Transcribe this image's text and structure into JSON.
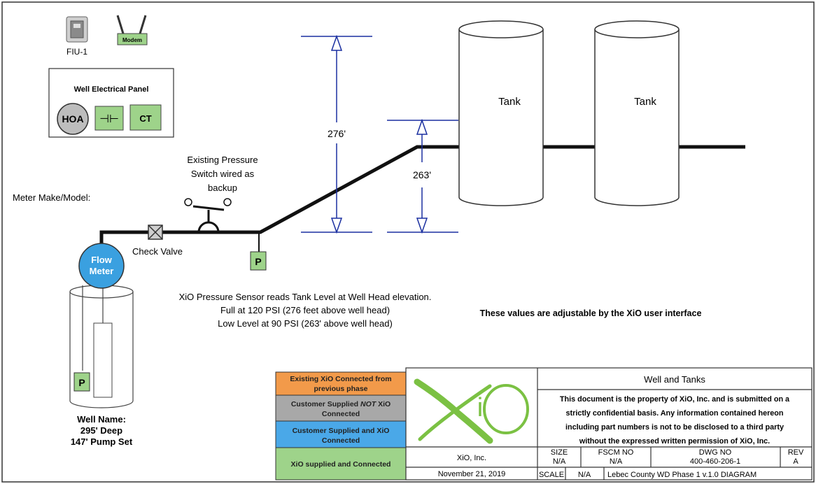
{
  "equipment": {
    "fiu_label": "FIU-1",
    "modem_label": "Modem",
    "panel_title": "Well Electrical Panel",
    "hoa_label": "HOA",
    "contact_label": "⊣⊢",
    "ct_label": "CT"
  },
  "meter": {
    "make_model_label": "Meter Make/Model:",
    "flow_meter_line1": "Flow",
    "flow_meter_line2": "Meter",
    "check_valve_label": "Check Valve",
    "pressure_switch_lines": [
      "Existing Pressure",
      "Switch wired as",
      "backup"
    ],
    "pressure_sensor_label": "P",
    "well_sensor_label": "P"
  },
  "well": {
    "name_label": "Well Name:",
    "depth": "295' Deep",
    "pump_set": "147' Pump Set"
  },
  "tanks": [
    {
      "label": "Tank"
    },
    {
      "label": "Tank"
    }
  ],
  "dimensions": {
    "full_height": "276'",
    "low_height": "263'"
  },
  "notes": {
    "sensor_lines": [
      "XiO Pressure Sensor reads Tank Level at Well Head elevation.",
      "Full at 120 PSI (276 feet above well head)",
      "Low Level at 90 PSI (263' above well head)"
    ],
    "adjustable": "These values are adjustable by the XiO user interface"
  },
  "legend": {
    "items": [
      {
        "label_lines": [
          "Existing XiO Connected from",
          "previous phase"
        ],
        "color": "#f29a4a"
      },
      {
        "label_lines_pre": "Customer Supplied ",
        "label_em": "NOT",
        "label_post": " XiO",
        "label_line2": "Connected",
        "color": "#a8a8a8"
      },
      {
        "label_lines": [
          "Customer Supplied and XiO",
          "Connected"
        ],
        "color": "#4aa8e8"
      },
      {
        "label_lines": [
          "XiO supplied and Connected"
        ],
        "color": "#9ed38a"
      }
    ]
  },
  "title_block": {
    "logo_text_i": "i",
    "logo_text_o": "O",
    "drawing_title": "Well and Tanks",
    "confidential_lines": [
      "This document is the property of XiO, Inc. and is submitted on a",
      "strictly confidential basis.  Any information contained hereon",
      "including part numbers is not to be disclosed to a third party",
      "without the expressed written permission of XiO, Inc."
    ],
    "company": "XiO, Inc.",
    "date": "November 21, 2019",
    "size_header": "SIZE",
    "size_value": "N/A",
    "fscm_header": "FSCM NO",
    "fscm_value": "N/A",
    "dwg_header": "DWG NO",
    "dwg_value": "400-460-206-1",
    "rev_header": "REV",
    "rev_value": "A",
    "scale_label": "SCALE",
    "scale_value": "N/A",
    "project": "Lebec County WD Phase 1 v.1.0 DIAGRAM"
  },
  "colors": {
    "dimension_blue": "#1a2fa0",
    "flow_meter_blue": "#3aa0e0",
    "equipment_green": "#9ed38a",
    "logo_green": "#7bc143"
  }
}
